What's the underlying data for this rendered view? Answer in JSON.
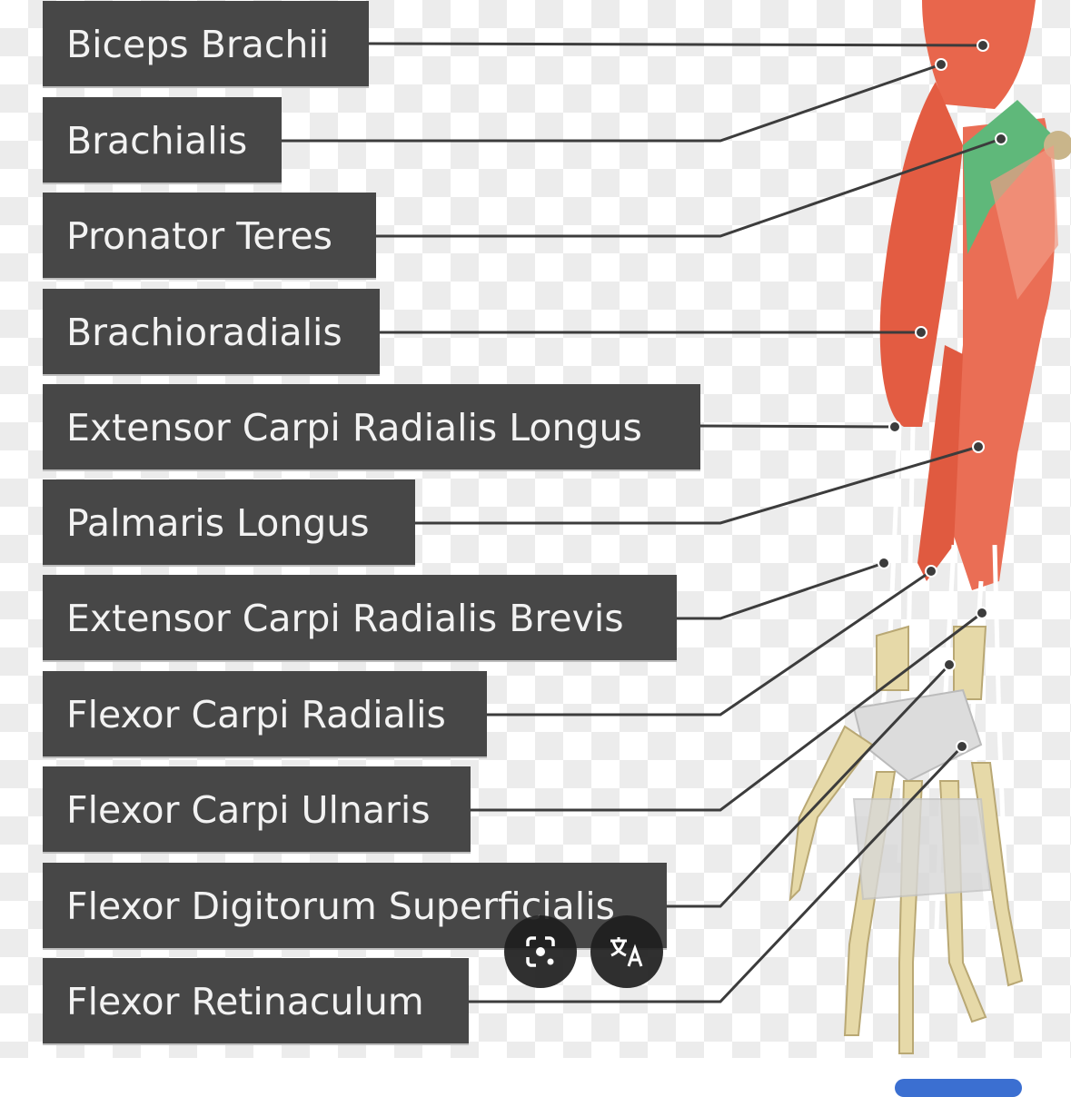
{
  "labels": [
    "Biceps Brachii",
    "Brachialis",
    "Pronator Teres",
    "Brachioradialis",
    "Extensor Carpi Radialis Longus",
    "Palmaris Longus",
    "Extensor Carpi Radialis Brevis",
    "Flexor Carpi Radialis",
    "Flexor Carpi Ulnaris",
    "Flexor Digitorum Superficialis",
    "Flexor Retinaculum"
  ],
  "colors": {
    "label_bg": "#474747",
    "label_text": "#f2f2f2",
    "muscle": "#e8664c",
    "pronator": "#5fb87a",
    "bone": "#e6d9a8",
    "leader": "#3c3c3c"
  },
  "overlay": {
    "lens_icon": "google-lens-icon",
    "translate_icon": "translate-icon"
  }
}
